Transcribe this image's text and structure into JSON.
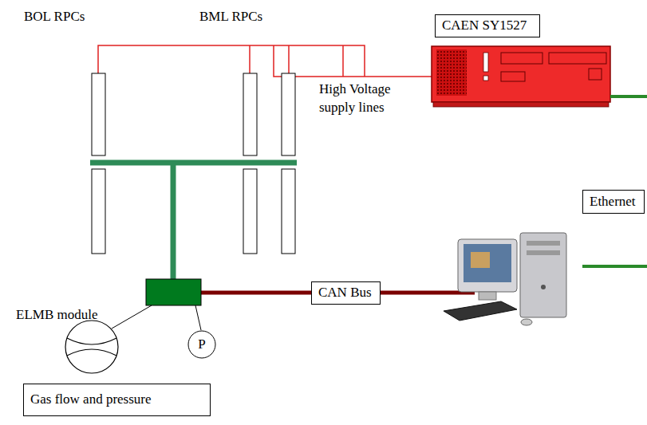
{
  "diagram": {
    "nodes": [
      {
        "text": [
          "CAEN SY1527"
        ]
      },
      {
        "text": [
          "Ethernet"
        ]
      },
      {
        "text": [
          "CAN Bus"
        ]
      },
      {
        "text": [
          "P"
        ]
      },
      {
        "text": [
          "Gas flow and pressure"
        ]
      }
    ],
    "labels": [
      "BOL RPCs",
      "BML RPCs",
      "High Voltage supply lines",
      "ELMB module"
    ]
  }
}
